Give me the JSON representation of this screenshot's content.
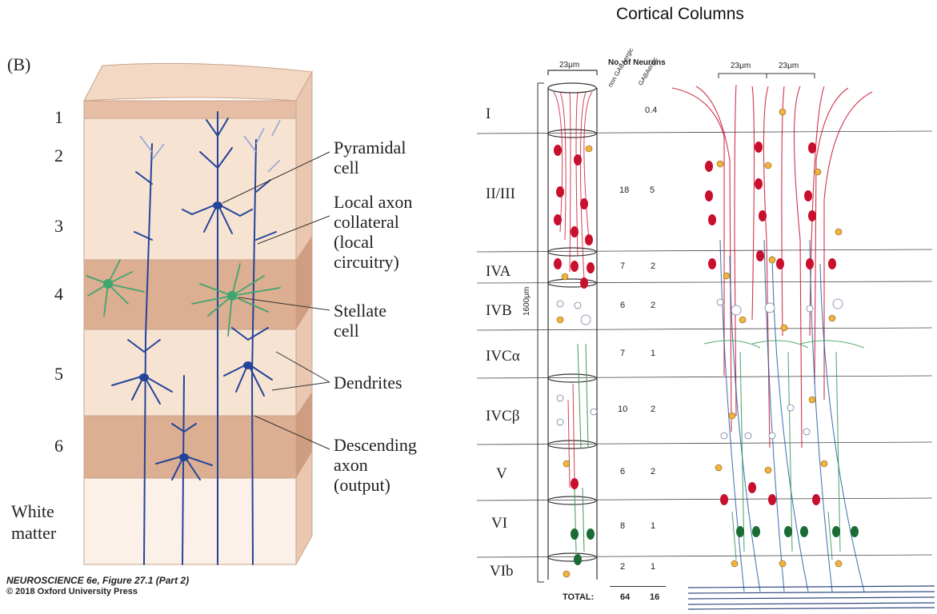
{
  "page_title": "Cortical Columns",
  "panel_b": {
    "label": "(B)",
    "layers": [
      "1",
      "2",
      "3",
      "4",
      "5",
      "6"
    ],
    "white_matter": [
      "White",
      "matter"
    ],
    "callouts": {
      "pyramidal": [
        "Pyramidal",
        "cell"
      ],
      "local_axon": [
        "Local axon",
        "collateral",
        "(local",
        "circuitry)"
      ],
      "stellate": [
        "Stellate",
        "cell"
      ],
      "dendrites": [
        "Dendrites"
      ],
      "descending": [
        "Descending",
        "axon",
        "(output)"
      ]
    },
    "credit_line1": "NEUROSCIENCE 6e, Figure 27.1 (Part 2)",
    "credit_line2": "© 2018 Oxford University Press",
    "colors": {
      "block_light": "#f7e3d2",
      "block_dark": "#dcae92",
      "pyramidal": "#24449a",
      "stellate": "#3fa56f"
    }
  },
  "panel_columns": {
    "layer_labels": [
      "I",
      "II/III",
      "IVA",
      "IVB",
      "IVCα",
      "IVCβ",
      "V",
      "VI",
      "VIb"
    ],
    "width_label_single": "23μm",
    "width_labels_multi": [
      "23μm",
      "23μm"
    ],
    "height_label": "1600μm",
    "neuron_count_header": "No. of Neurons",
    "col_header_non": "non GABAergic",
    "col_header_gaba": "GABAergic",
    "non_gabaergic": [
      "",
      "18",
      "7",
      "6",
      "7",
      "10",
      "6",
      "8",
      "2"
    ],
    "gabaergic": [
      "0.4",
      "5",
      "2",
      "2",
      "1",
      "2",
      "2",
      "1",
      "1"
    ],
    "total_label": "TOTAL:",
    "total_non": "64",
    "total_gaba": "16",
    "colors": {
      "pyramidal": "#c8102e",
      "axon": "#1e5aa0",
      "stellate": "#3b9a5a",
      "interneuron": "#f2b340",
      "deep": "#1b6b35"
    }
  }
}
